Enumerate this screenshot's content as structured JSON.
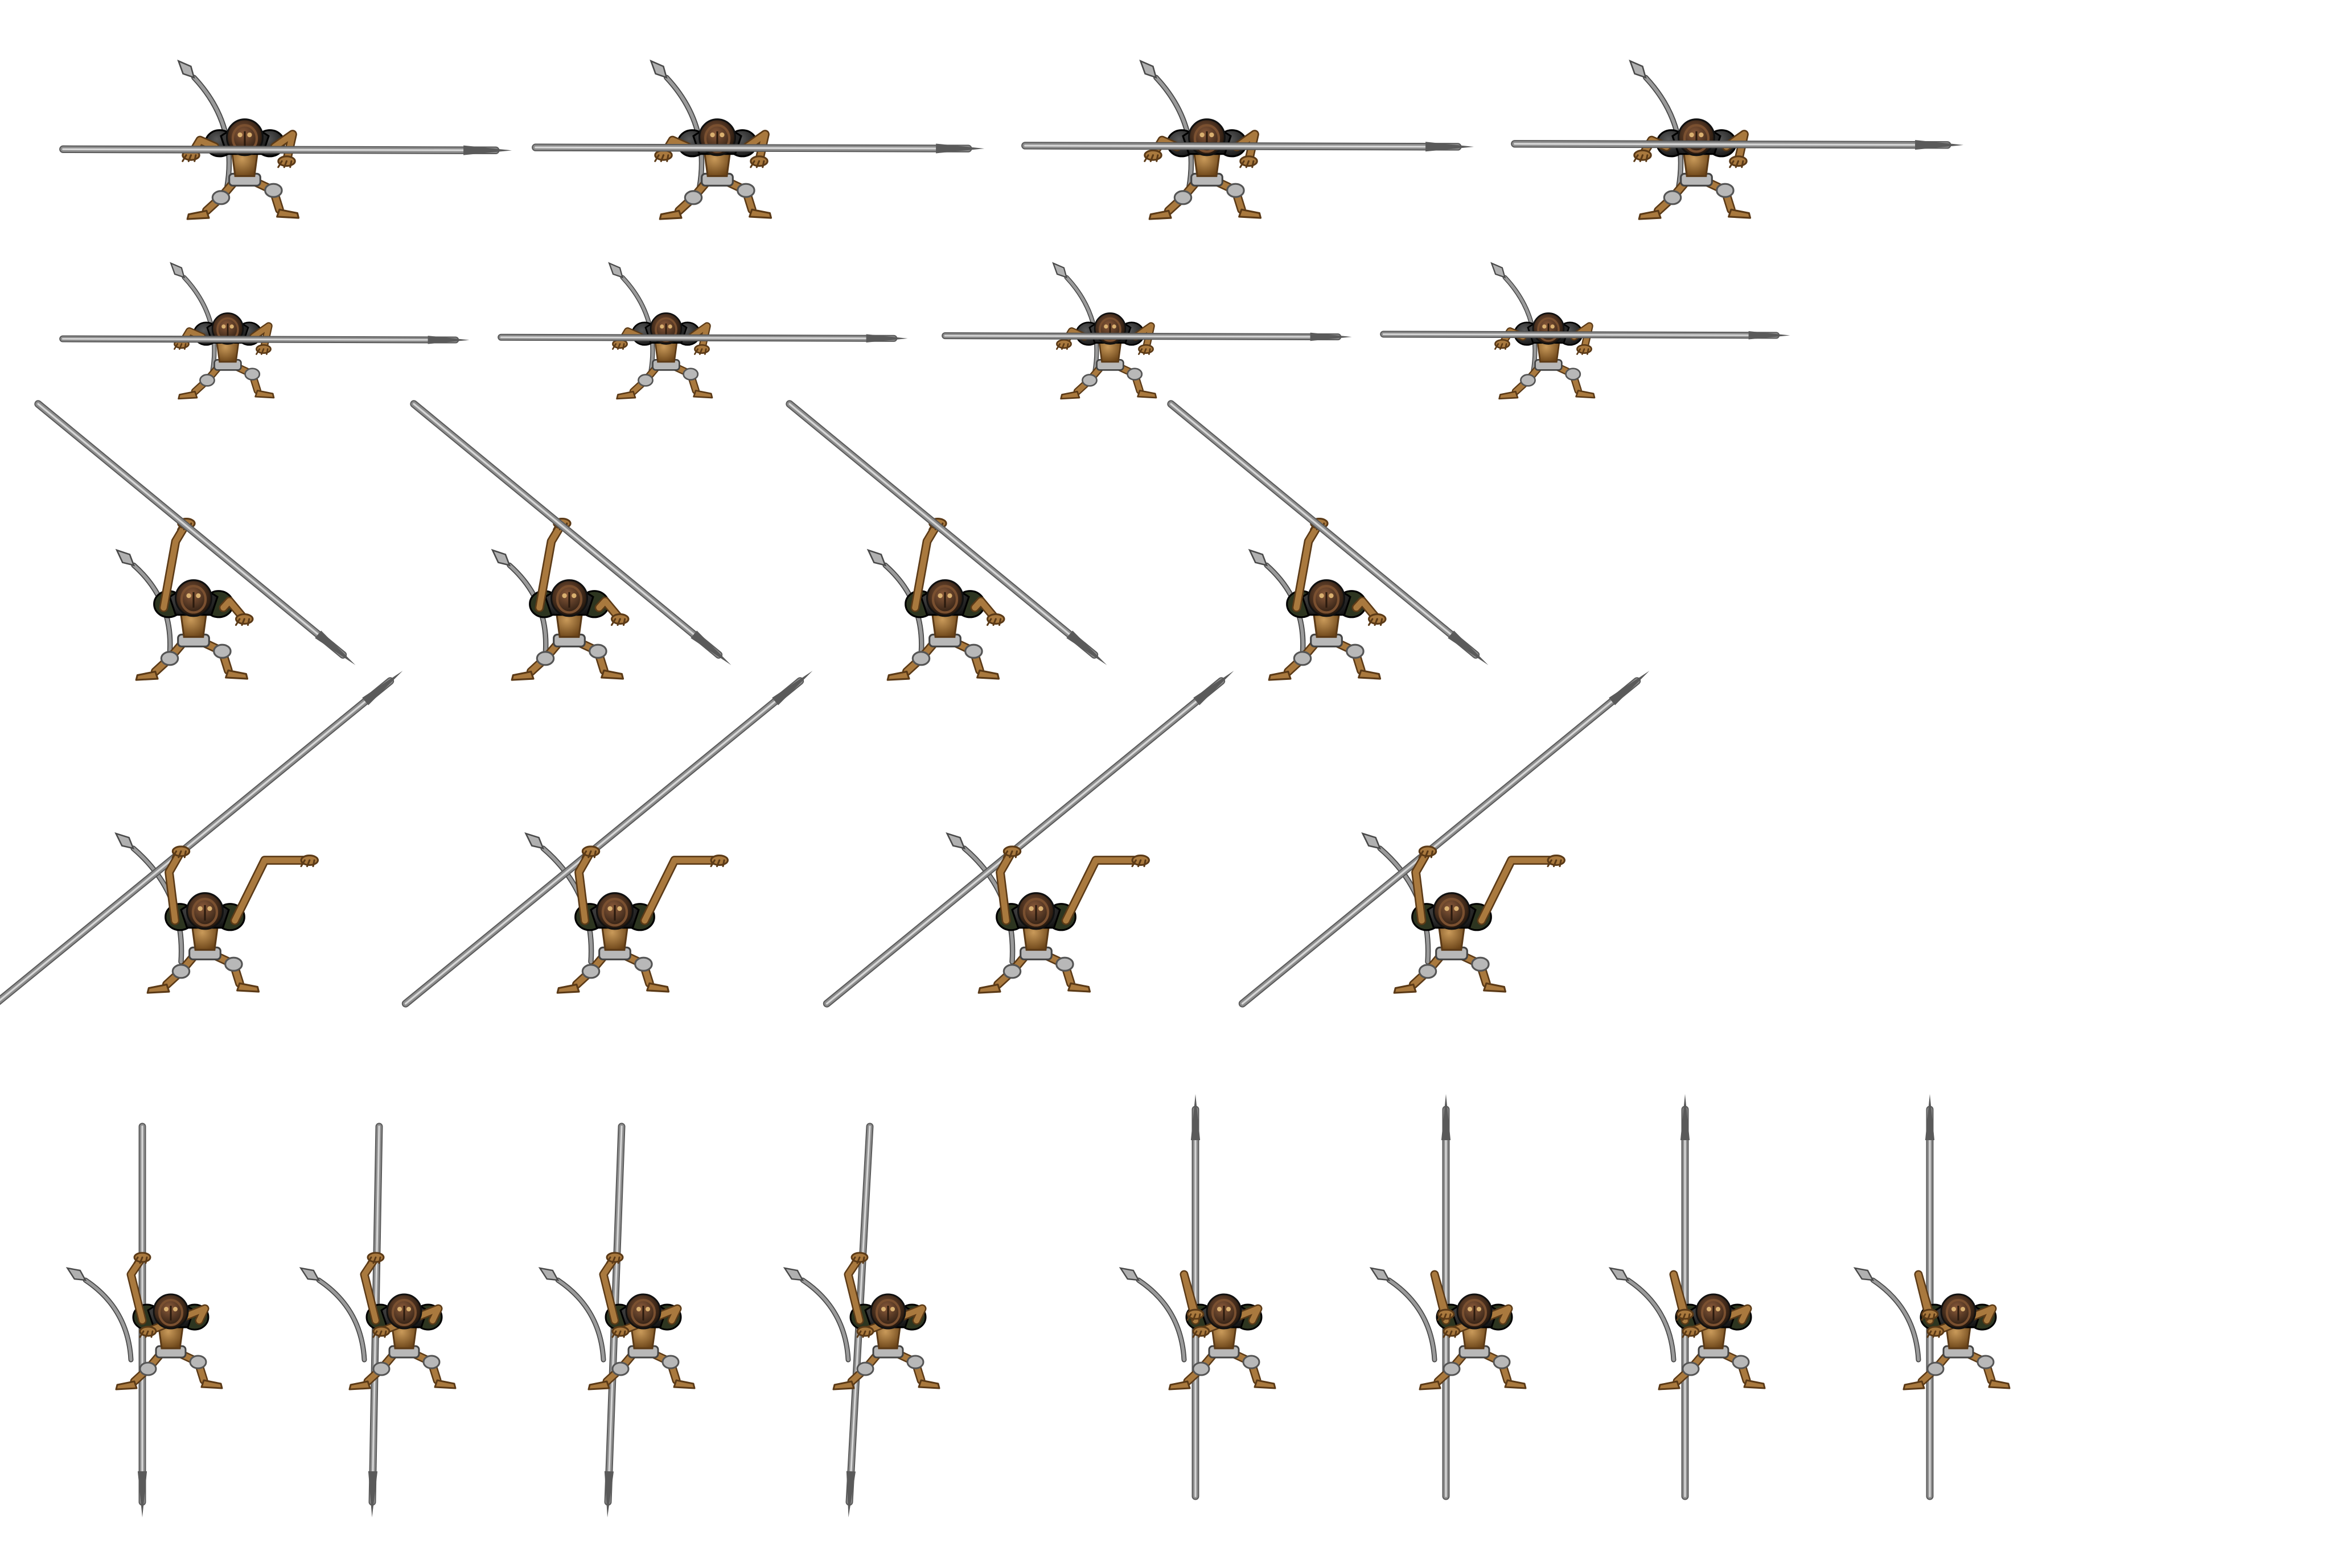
{
  "sprite_sheet": {
    "background": "#ffffff",
    "frame_count": 24,
    "rows": [
      {
        "name": "spear-held-horizontal-large",
        "frames": 4
      },
      {
        "name": "spear-held-horizontal-small",
        "frames": 4
      },
      {
        "name": "spear-raised-diagonal",
        "frames": 4
      },
      {
        "name": "spear-thrust-diagonal",
        "frames": 4
      },
      {
        "name": "spear-vertical-down",
        "frames": 4
      },
      {
        "name": "spear-vertical-up",
        "frames": 4
      }
    ],
    "colors": {
      "spear_shaft": "#8e8e8e",
      "spear_highlight": "#d6d6d6",
      "spear_tip": "#5a5a5a",
      "skin": "#a9793e",
      "skin_dark": "#5b3a17",
      "armor": "#2a2a2a",
      "armor_green": "#2d3520",
      "metal": "#b8b8b8",
      "tail": "#9a9a9a"
    }
  }
}
